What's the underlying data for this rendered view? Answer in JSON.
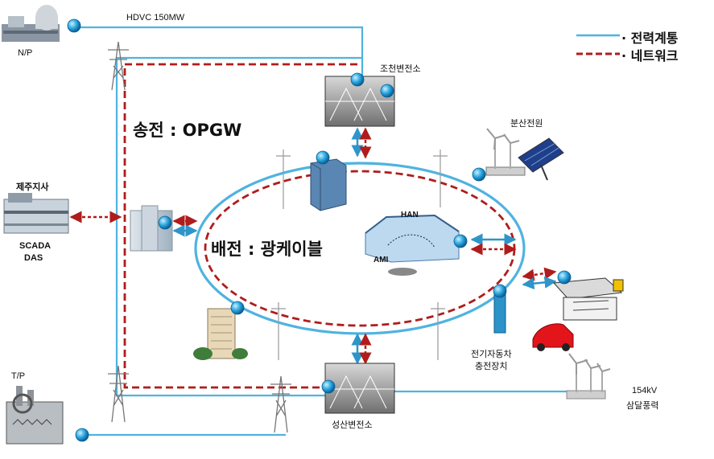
{
  "labels": {
    "hvdc": "HDVC 150MW",
    "np": "N/P",
    "jocheon": "조천변전소",
    "bunsan": "분산전원",
    "jeju_office": "제주지사",
    "scada": "SCADA",
    "das": "DAS",
    "songjeon": "송전 : OPGW",
    "baejeon": "배전 : 광케이블",
    "han": "HAN",
    "ami": "AMI",
    "tp": "T/P",
    "seongsan": "성산변전소",
    "ev_charger_1": "전기자동차",
    "ev_charger_2": "충전장치",
    "wind_kv": "154kV",
    "wind_name": "삼달풍력"
  },
  "legend": {
    "power": "· 전력계통",
    "network": "· 네트워크",
    "power_color": "#4fb3e0",
    "network_color": "#b01c1c"
  }
}
